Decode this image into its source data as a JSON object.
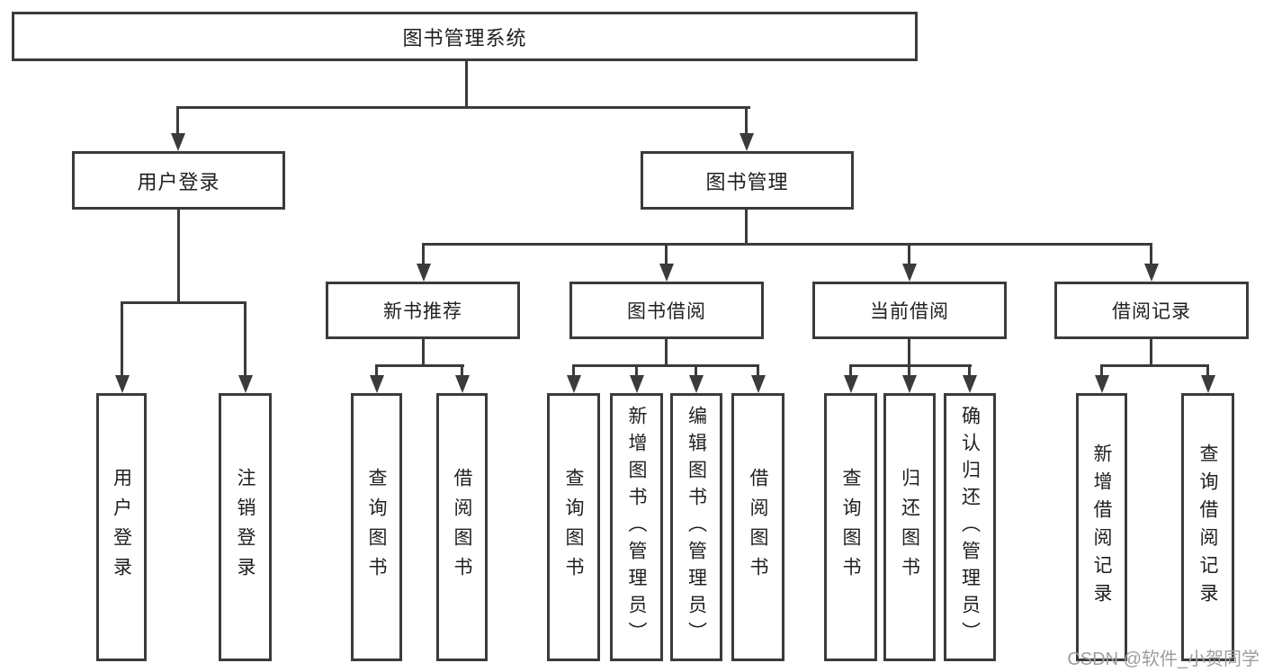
{
  "tree": {
    "label": "图书管理系统",
    "children": [
      {
        "label": "用户登录",
        "children": [
          {
            "label": "用户登录"
          },
          {
            "label": "注销登录"
          }
        ]
      },
      {
        "label": "图书管理",
        "children": [
          {
            "label": "新书推荐",
            "children": [
              {
                "label": "查询图书"
              },
              {
                "label": "借阅图书"
              }
            ]
          },
          {
            "label": "图书借阅",
            "children": [
              {
                "label": "查询图书"
              },
              {
                "label": "新增图书（管理员）"
              },
              {
                "label": "编辑图书（管理员）"
              },
              {
                "label": "借阅图书"
              }
            ]
          },
          {
            "label": "当前借阅",
            "children": [
              {
                "label": "查询图书"
              },
              {
                "label": "归还图书"
              },
              {
                "label": "确认归还（管理员）"
              }
            ]
          },
          {
            "label": "借阅记录",
            "children": [
              {
                "label": "新增借阅记录"
              },
              {
                "label": "查询借阅记录"
              }
            ]
          }
        ]
      }
    ]
  },
  "watermark": "CSDN @软件_小贺同学",
  "colors": {
    "line": "#3b3b3b",
    "text": "#1f1f1f",
    "watermark": "#9e9e9e",
    "background": "#ffffff"
  }
}
